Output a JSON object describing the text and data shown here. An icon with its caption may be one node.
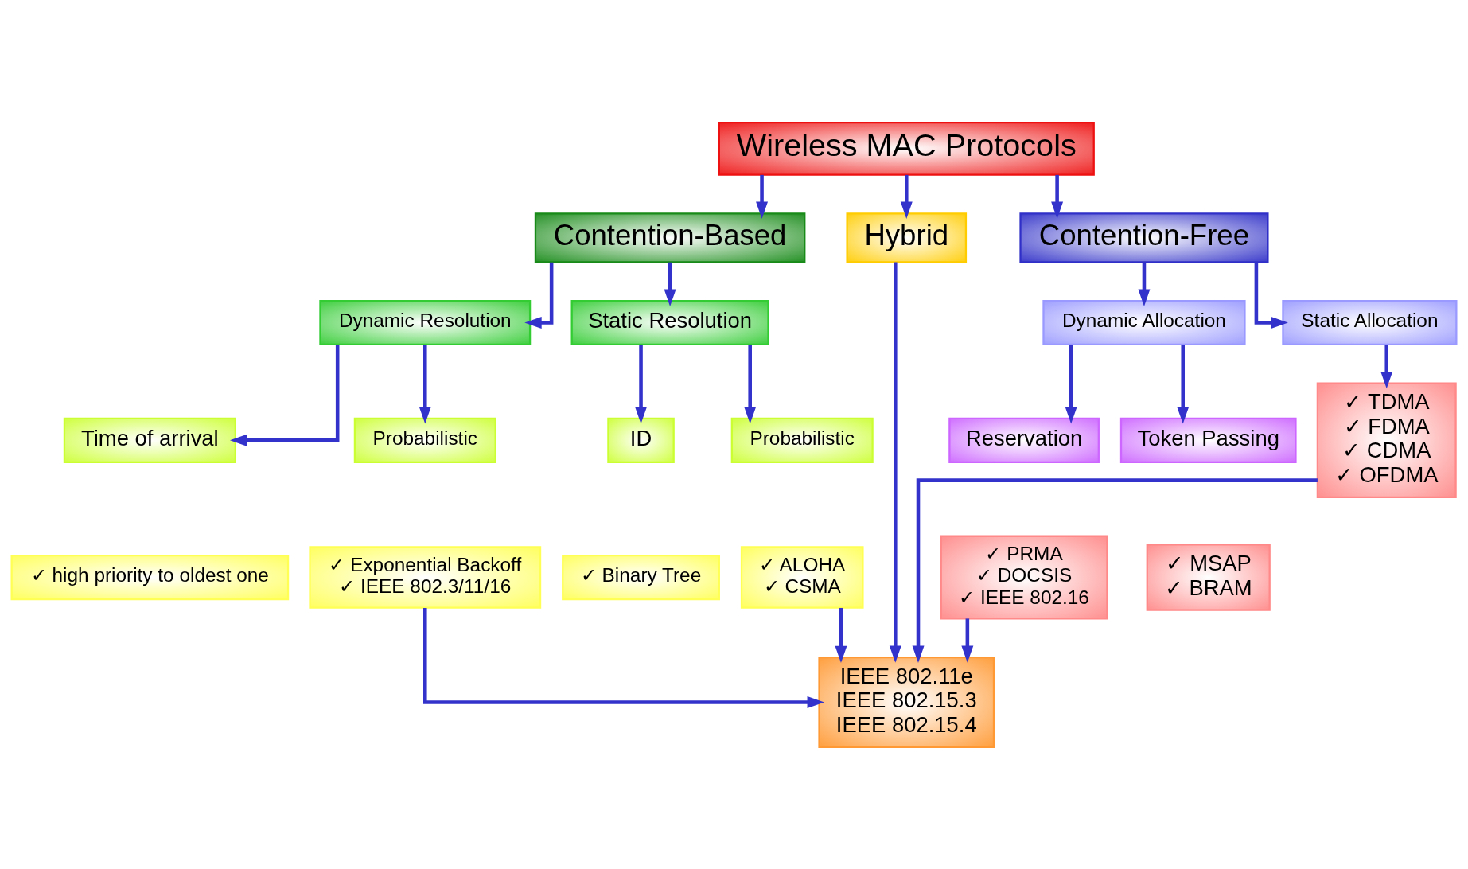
{
  "diagram": {
    "nodes": [
      {
        "text": [
          "Wireless MAC Protocols"
        ]
      },
      {
        "text": [
          "Contention-Based"
        ]
      },
      {
        "text": [
          "Hybrid"
        ]
      },
      {
        "text": [
          "Contention-Free"
        ]
      },
      {
        "text": [
          "Dynamic Resolution"
        ]
      },
      {
        "text": [
          "Static Resolution"
        ]
      },
      {
        "text": [
          "Dynamic Allocation"
        ]
      },
      {
        "text": [
          "Static Allocation"
        ]
      },
      {
        "text": [
          "Time of arrival"
        ]
      },
      {
        "text": [
          "Probabilistic"
        ]
      },
      {
        "text": [
          "ID"
        ]
      },
      {
        "text": [
          "Probabilistic"
        ]
      },
      {
        "text": [
          "Reservation"
        ]
      },
      {
        "text": [
          "Token Passing"
        ]
      },
      {
        "text": [
          "✓ TDMA",
          "✓ FDMA",
          "✓ CDMA",
          "✓ OFDMA"
        ]
      },
      {
        "text": [
          "✓ high priority to oldest one"
        ]
      },
      {
        "text": [
          "✓ Exponential Backoff",
          "✓ IEEE 802.3/11/16"
        ]
      },
      {
        "text": [
          "✓ Binary Tree"
        ]
      },
      {
        "text": [
          "✓ ALOHA",
          "✓ CSMA"
        ]
      },
      {
        "text": [
          "✓ PRMA",
          "✓ DOCSIS",
          "✓ IEEE 802.16"
        ]
      },
      {
        "text": [
          "✓ MSAP",
          "✓ BRAM"
        ]
      },
      {
        "text": [
          "IEEE 802.11e",
          "IEEE 802.15.3",
          "IEEE 802.15.4"
        ]
      }
    ],
    "edges": [
      {
        "from": 0,
        "to": 1,
        "arrow": "to"
      },
      {
        "from": 0,
        "to": 2,
        "arrow": "to"
      },
      {
        "from": 0,
        "to": 3,
        "arrow": "to"
      },
      {
        "from": 1,
        "to": 4,
        "arrow": "to"
      },
      {
        "from": 1,
        "to": 5,
        "arrow": "to"
      },
      {
        "from": 3,
        "to": 6,
        "arrow": "to"
      },
      {
        "from": 3,
        "to": 7,
        "arrow": "to"
      },
      {
        "from": 4,
        "to": 8,
        "arrow": "to"
      },
      {
        "from": 4,
        "to": 9,
        "arrow": "to"
      },
      {
        "from": 5,
        "to": 10,
        "arrow": "to"
      },
      {
        "from": 5,
        "to": 11,
        "arrow": "to"
      },
      {
        "from": 6,
        "to": 12,
        "arrow": "to"
      },
      {
        "from": 6,
        "to": 13,
        "arrow": "to"
      },
      {
        "from": 7,
        "to": 14,
        "arrow": "to"
      },
      {
        "from": 2,
        "to": 21,
        "arrow": "to"
      },
      {
        "from": 16,
        "to": 21,
        "arrow": "to"
      },
      {
        "from": 18,
        "to": 21,
        "arrow": "to"
      },
      {
        "from": 19,
        "to": 21,
        "arrow": "to"
      },
      {
        "from": 14,
        "to": 21,
        "arrow": "to"
      }
    ]
  }
}
